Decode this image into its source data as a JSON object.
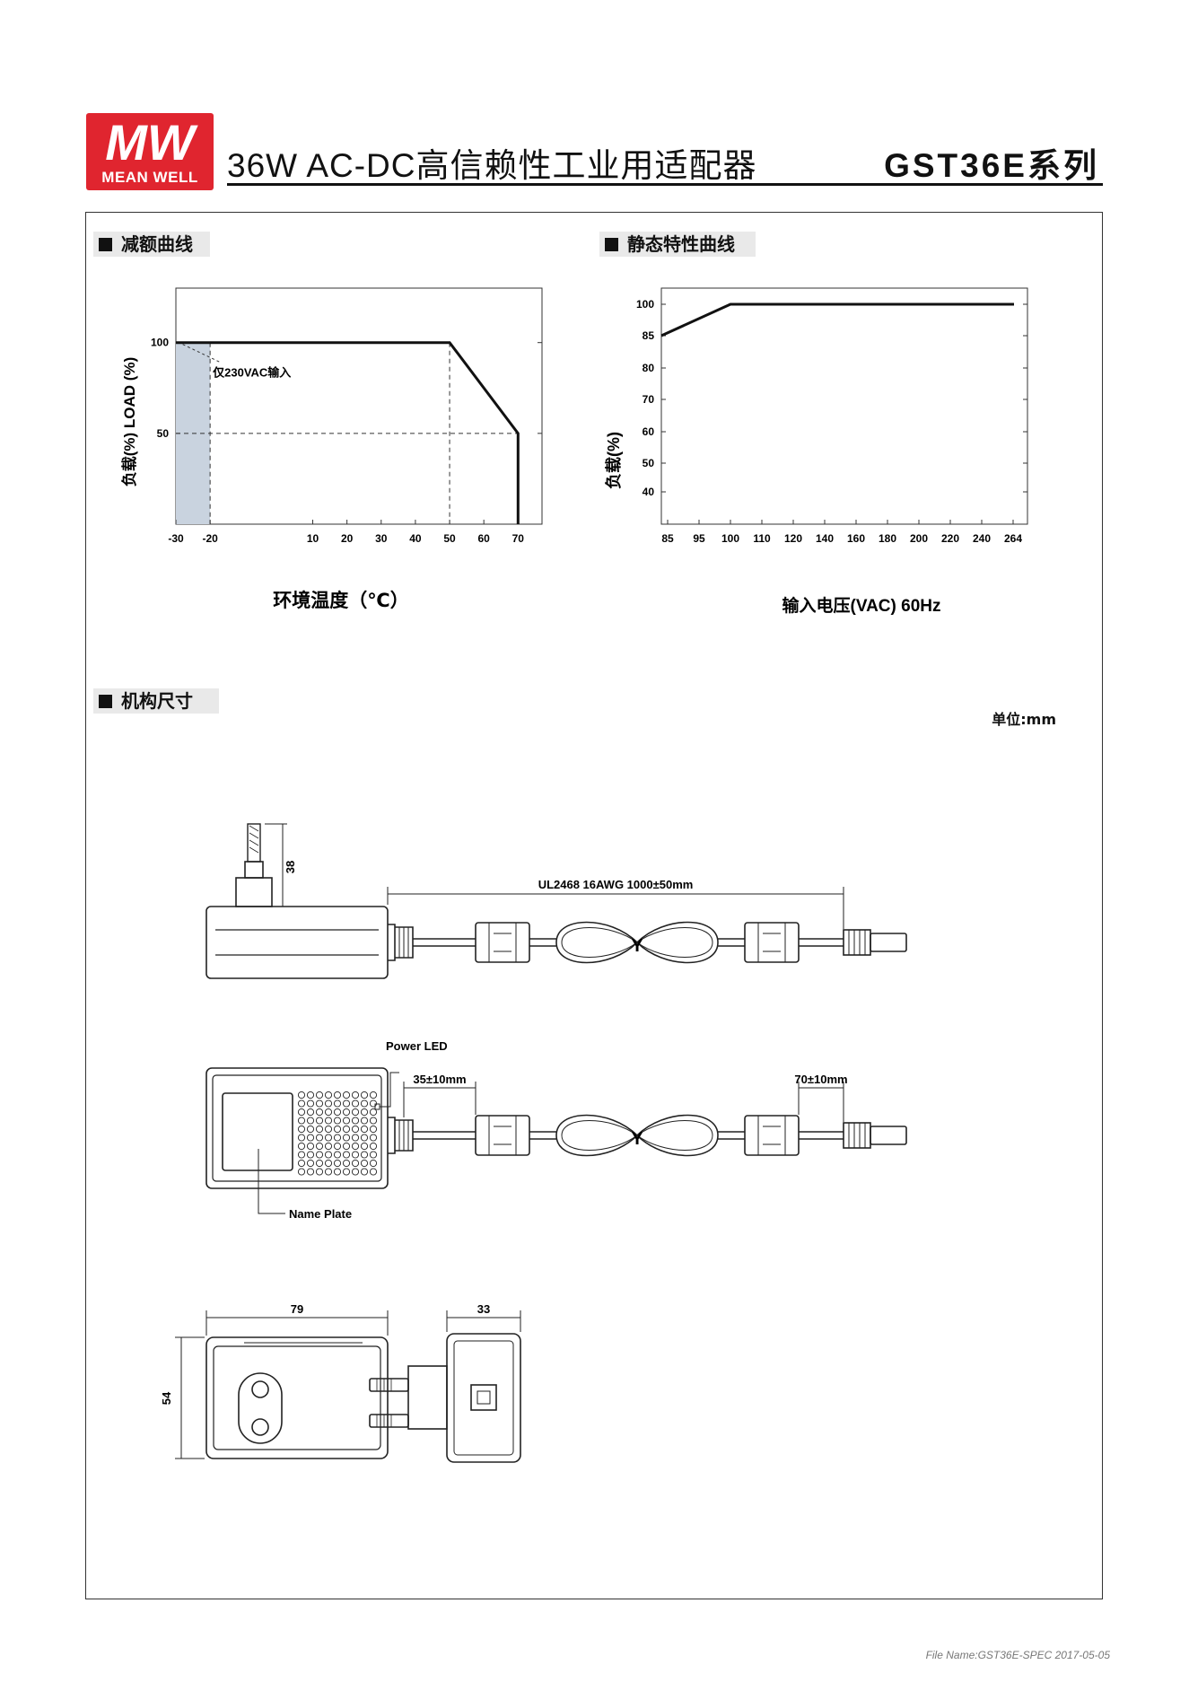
{
  "header": {
    "brand_line1": "MW",
    "brand_line2": "MEAN WELL",
    "title": "36W AC-DC高信赖性工业用适配器",
    "series": "GST36E系列"
  },
  "sections": {
    "derating": "减额曲线",
    "static": "静态特性曲线",
    "mechanical": "机构尺寸"
  },
  "derating_chart": {
    "chart_data": {
      "type": "line",
      "title": "",
      "xlabel": "环境温度（℃）",
      "ylabel": "负载(%) LOAD (%)",
      "x_ticks": [
        "-30",
        "-20",
        "10",
        "20",
        "30",
        "40",
        "50",
        "60",
        "70"
      ],
      "y_ticks": [
        "50",
        "100"
      ],
      "xlim": [
        -30,
        77
      ],
      "ylim": [
        0,
        130
      ],
      "series": [
        {
          "x": [
            -30,
            50,
            70,
            70
          ],
          "y": [
            100,
            100,
            50,
            0
          ]
        }
      ],
      "annotation": "仅230VAC输入",
      "shaded_region": [
        -30,
        -20
      ],
      "grid": false
    }
  },
  "static_chart": {
    "chart_data": {
      "type": "line",
      "title": "",
      "xlabel": "输入电压(VAC) 60Hz",
      "ylabel": "负载(%)",
      "x_ticks": [
        "85",
        "95",
        "100",
        "110",
        "120",
        "140",
        "160",
        "180",
        "200",
        "220",
        "240",
        "264"
      ],
      "y_ticks": [
        "40",
        "50",
        "60",
        "70",
        "80",
        "85",
        "100"
      ],
      "series": [
        {
          "x": [
            "85",
            "100",
            "264"
          ],
          "y": [
            85,
            100,
            100
          ]
        }
      ],
      "grid": false
    }
  },
  "mechanical": {
    "unit": "单位:mm",
    "dim_plug": "38",
    "dim_cable": "UL2468 16AWG 1000±50mm",
    "label_led": "Power LED",
    "dim_left_core": "35±10mm",
    "dim_right_core": "70±10mm",
    "label_nameplate": "Name Plate",
    "dim_width": "79",
    "dim_height": "54",
    "dim_depth": "33",
    "junction_mark": "Y"
  },
  "footer": "File Name:GST36E-SPEC   2017-05-05"
}
